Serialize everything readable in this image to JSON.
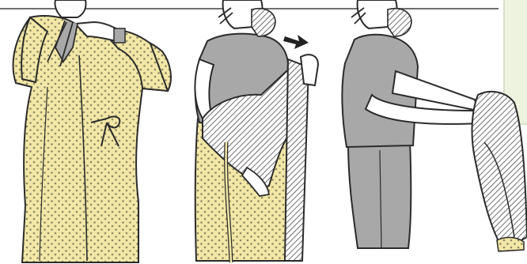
{
  "figure": {
    "panels": [
      {
        "id": "untie-gown"
      },
      {
        "id": "remove-gown"
      },
      {
        "id": "fold-gown"
      }
    ],
    "indicator": "direction-arrow",
    "colors": {
      "gown": "#f2e7a6",
      "dots": "#8d8866",
      "scrubs": "#a8a8a8",
      "outline": "#2b2b2b",
      "panel": "#eef3df"
    }
  }
}
